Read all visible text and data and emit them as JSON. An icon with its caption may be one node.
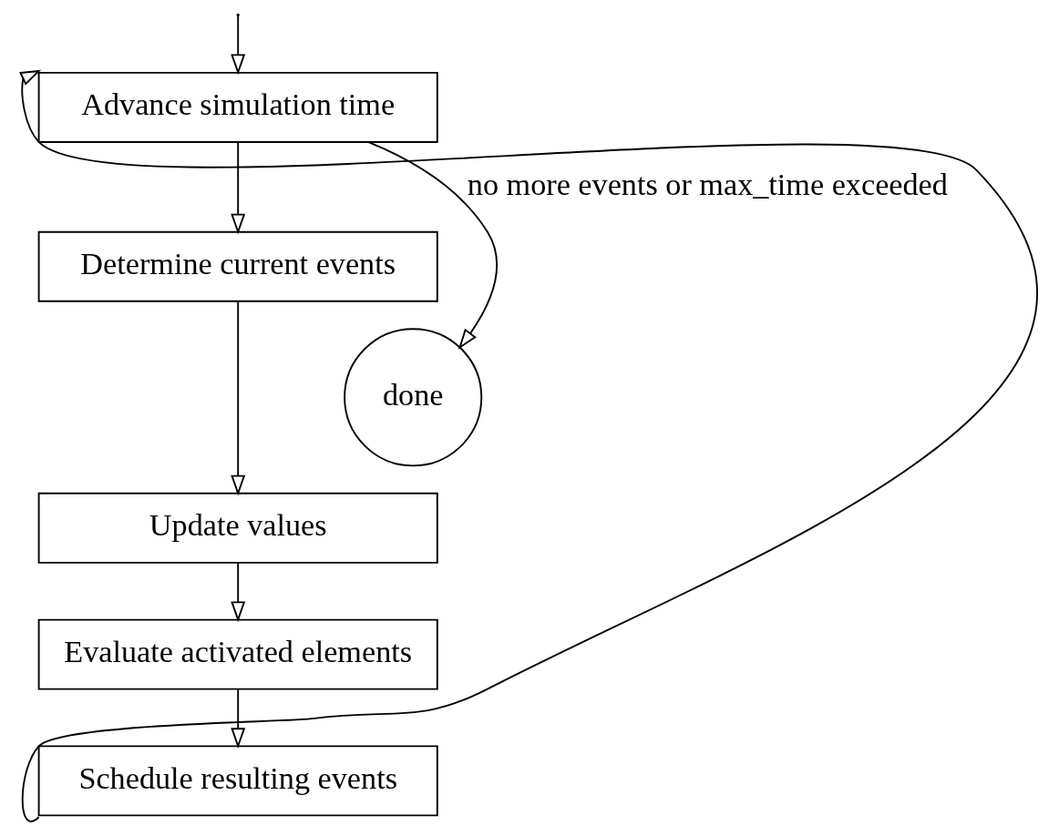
{
  "diagram": {
    "nodes": [
      {
        "text": [
          "Advance simulation time"
        ]
      },
      {
        "text": [
          "Determine current events"
        ]
      },
      {
        "text": [
          "Update values"
        ]
      },
      {
        "text": [
          "Evaluate activated elements"
        ]
      },
      {
        "text": [
          "Schedule resulting events"
        ]
      },
      {
        "text": [
          "done"
        ]
      }
    ],
    "edges": [
      {
        "from": null,
        "to": 0,
        "arrow": "to"
      },
      {
        "from": 0,
        "to": 1,
        "arrow": "to"
      },
      {
        "from": 1,
        "to": 2,
        "arrow": "to"
      },
      {
        "from": 2,
        "to": 3,
        "arrow": "to"
      },
      {
        "from": 3,
        "to": 4,
        "arrow": "to"
      },
      {
        "from": 4,
        "to": 0,
        "arrow": "to"
      },
      {
        "from": 0,
        "to": 5,
        "arrow": "to",
        "label": "no more events or max_time exceeded"
      }
    ]
  }
}
